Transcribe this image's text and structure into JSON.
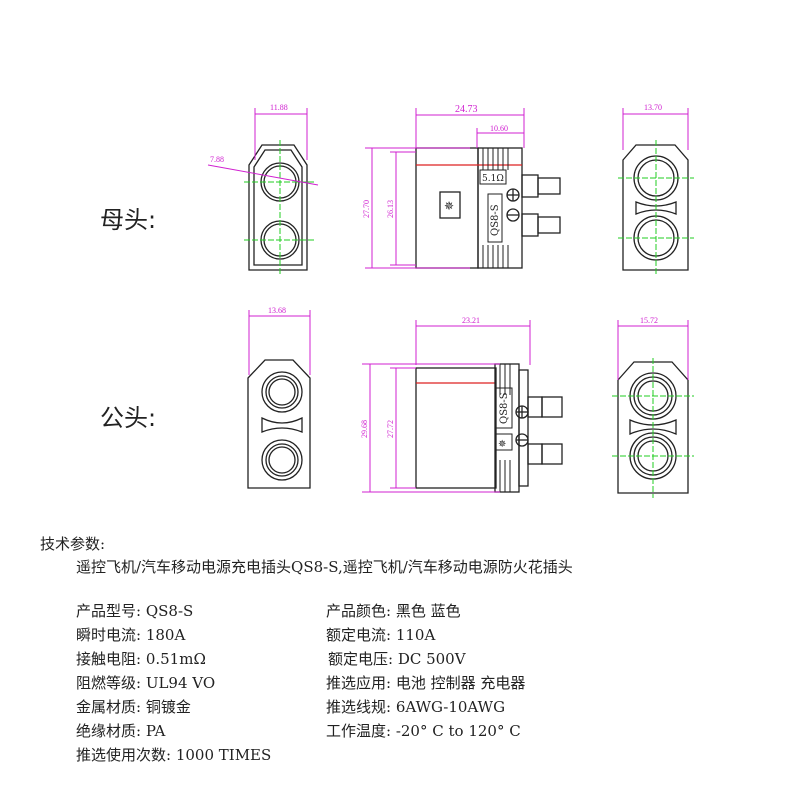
{
  "female": {
    "label": "母头:",
    "dims": {
      "front_width": "11.88",
      "hole_dia": "7.88",
      "length": "24.73",
      "rib_length": "10.60",
      "back_width": "13.70",
      "outer_height": "27.70",
      "inner_height": "26.13"
    },
    "resistor_label": "5.1Ω",
    "model_marking": "QS8-S"
  },
  "male": {
    "label": "公头:",
    "dims": {
      "front_width": "13.68",
      "length": "23.21",
      "back_width": "15.72",
      "outer_height": "29.68",
      "inner_height": "27.72"
    },
    "model_marking": "QS8-S"
  },
  "specs": {
    "heading": "技术参数:",
    "description": "遥控飞机/汽车移动电源充电插头QS8-S,遥控飞机/汽车移动电源防火花插头",
    "left": [
      "产品型号: QS8-S",
      "瞬时电流: 180A",
      "接触电阻: 0.51mΩ",
      "阻燃等级: UL94 VO",
      "金属材质: 铜镀金",
      "绝缘材质: PA",
      "推选使用次数: 1000 TIMES"
    ],
    "right": [
      "产品颜色: 黑色  蓝色",
      "额定电流: 110A",
      "额定电压: DC 500V",
      "推选应用: 电池 控制器 充电器",
      "推选线规: 6AWG-10AWG",
      "工作温度: -20° C to 120° C"
    ]
  },
  "colors": {
    "dimension": "#d020d0",
    "centerline": "#22cc22",
    "outline": "#222222",
    "accent_line": "#dd2222"
  }
}
